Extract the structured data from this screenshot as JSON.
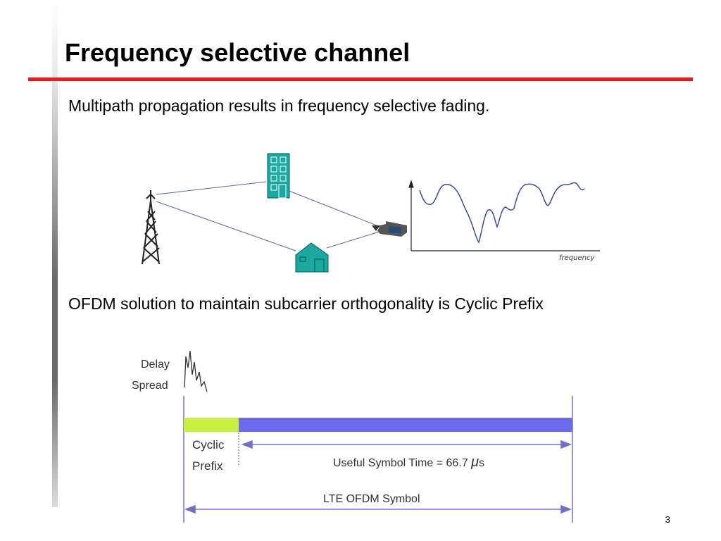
{
  "slide": {
    "title": "Frequency selective channel",
    "line1": "Multipath propagation results in frequency selective fading.",
    "line2": "OFDM solution to maintain subcarrier orthogonality is Cyclic Prefix",
    "page_number": "3"
  },
  "multipath_diagram": {
    "freq_axis_label": "frequency"
  },
  "ofdm_diagram": {
    "delay_label": "Delay",
    "spread_label": "Spread",
    "cyclic_label": "Cyclic",
    "prefix_label": "Prefix",
    "useful_label_prefix": "Useful Symbol Time = 66.7 ",
    "useful_label_mu": "μ",
    "useful_label_unit": "s",
    "symbol_label": "LTE OFDM Symbol",
    "cp_color": "#c8f040",
    "symbol_color": "#6a6aee"
  },
  "colors": {
    "accent_rule": "#e02020",
    "building": "#1aa8a0"
  }
}
